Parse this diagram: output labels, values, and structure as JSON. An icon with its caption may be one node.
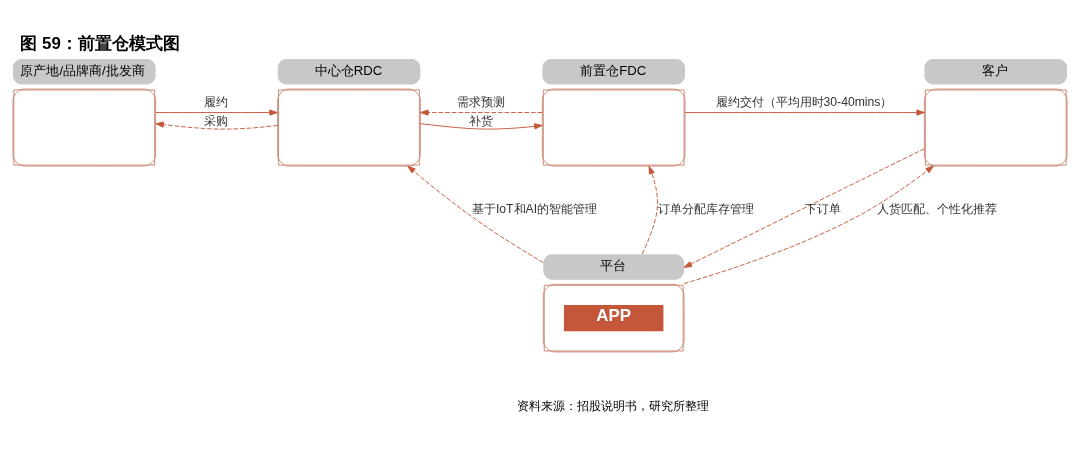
{
  "diagram": {
    "title": "图 59：前置仓模式图",
    "caption": "资料来源：招股说明书，研究所整理",
    "nodes": [
      {
        "text": [
          "原产地/品牌商/批发商"
        ]
      },
      {
        "text": [
          "中心仓RDC"
        ]
      },
      {
        "text": [
          "前置仓FDC"
        ]
      },
      {
        "text": [
          "客户"
        ]
      },
      {
        "text": [
          "平台",
          "APP"
        ]
      }
    ],
    "edges": [
      {
        "from": 0,
        "to": 1,
        "arrow": "to",
        "label": "履约"
      },
      {
        "from": 1,
        "to": 0,
        "arrow": "to",
        "label": "采购",
        "style": "dashed"
      },
      {
        "from": 1,
        "to": 2,
        "arrow": "to",
        "label": "补货"
      },
      {
        "from": 2,
        "to": 1,
        "arrow": "to",
        "label": "需求预测",
        "style": "dashed"
      },
      {
        "from": 2,
        "to": 3,
        "arrow": "to",
        "label": "履约交付（平均用时30-40mins）"
      },
      {
        "from": 4,
        "to": 1,
        "arrow": "to",
        "label": "基于IoT和AI的智能管理",
        "style": "dashed"
      },
      {
        "from": 4,
        "to": 2,
        "arrow": "to",
        "label": "订单分配库存管理",
        "style": "dashed"
      },
      {
        "from": 3,
        "to": 4,
        "arrow": "to",
        "label": "下订单",
        "style": "dashed"
      },
      {
        "from": 4,
        "to": 3,
        "arrow": "to",
        "label": "人货匹配、个性化推荐",
        "style": "dashed"
      }
    ]
  }
}
